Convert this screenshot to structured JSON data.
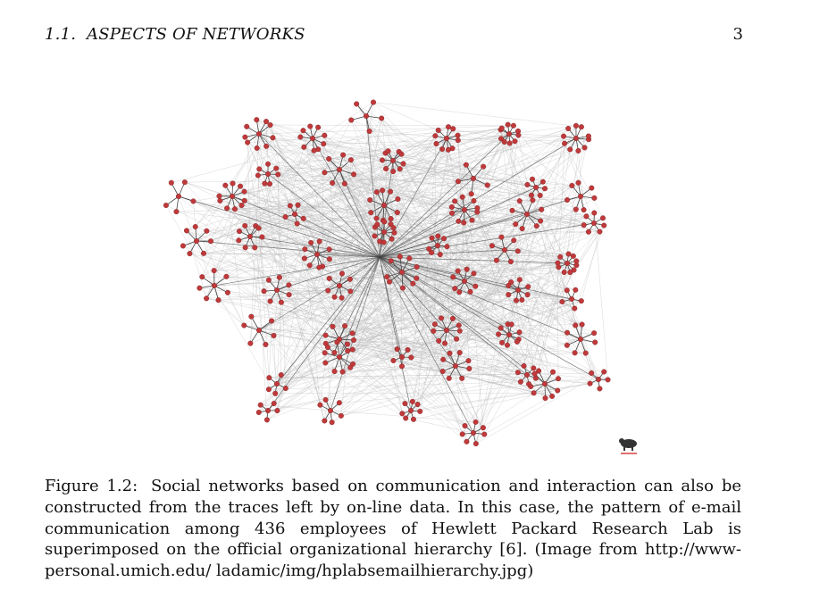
{
  "running_head": {
    "section": "1.1.",
    "title": "ASPECTS OF NETWORKS",
    "page_number": "3"
  },
  "figure": {
    "label": "Figure 1.2:",
    "caption": "Social networks based on communication and interaction can also be constructed from the traces left by on-line data.   In this case, the pattern of e-mail communication among 436 employees of Hewlett Packard Research Lab is superimposed on the official organizational hierarchy [6].   (Image from http://www-personal.umich.edu/ ladamic/img/hplabsemailhierarchy.jpg)",
    "node_color": "#c0393b",
    "edge_color": "#b8b8b8",
    "hierarchy_edge_color": "#444444",
    "logo_icon": "pajek-logo-icon"
  }
}
